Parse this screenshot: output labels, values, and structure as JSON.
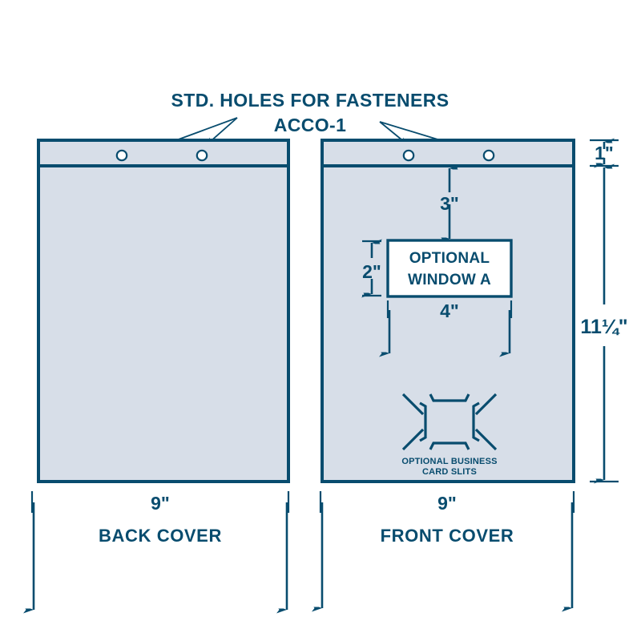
{
  "diagram": {
    "title_line1": "STD. HOLES FOR FASTENERS",
    "title_line2": "ACCO-1",
    "colors": {
      "ink": "#084c6e",
      "panel_fill": "#d7dee8",
      "window_fill": "#ffffff",
      "background": "#ffffff"
    },
    "panels": [
      {
        "id": "back-cover",
        "caption": "BACK COVER",
        "width_label": "9\"",
        "holes": 2
      },
      {
        "id": "front-cover",
        "caption": "FRONT COVER",
        "width_label": "9\"",
        "holes": 2
      }
    ],
    "window": {
      "label_line1": "OPTIONAL",
      "label_line2": "WINDOW A",
      "height_label": "2\"",
      "width_label": "4\"",
      "top_offset_label": "3\""
    },
    "card_slits": {
      "label_line1": "OPTIONAL BUSINESS",
      "label_line2": "CARD SLITS"
    },
    "overall": {
      "header_height_label": "1\"",
      "total_height_label": "11¼\""
    }
  }
}
